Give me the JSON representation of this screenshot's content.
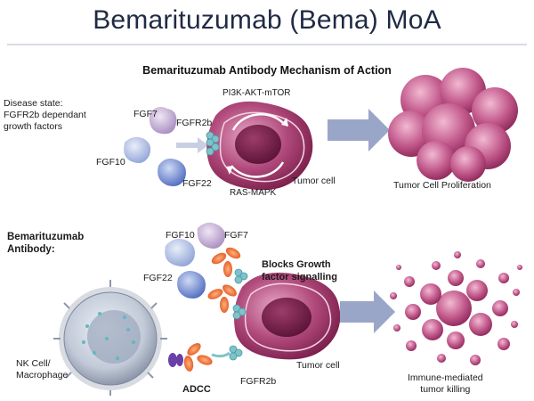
{
  "title": "Bemarituzumab (Bema) MoA",
  "subtitle": "Bemarituzumab Antibody Mechanism of Action",
  "top_panel": {
    "disease_state_lines": [
      "Disease state:",
      "FGFR2b dependant",
      "growth factors"
    ],
    "fgf7": "FGF7",
    "fgf10": "FGF10",
    "fgf22": "FGF22",
    "receptor": "FGFR2b",
    "pathway_1": "PI3K-AKT-mTOR",
    "pathway_2": "RAS-MAPK",
    "cell": "Tumor cell",
    "outcome": "Tumor Cell Proliferation"
  },
  "bottom_panel": {
    "antibody_lines": [
      "Bemarituzumab",
      "Antibody:"
    ],
    "fgf10": "FGF10",
    "fgf7": "FGF7",
    "fgf22": "FGF22",
    "blocks_lines": [
      "Blocks Growth",
      "factor signalling"
    ],
    "nk_lines": [
      "NK Cell/",
      "Macrophage"
    ],
    "adcc": "ADCC",
    "receptor": "FGFR2b",
    "cell": "Tumor cell",
    "outcome_lines": [
      "Immune-mediated",
      "tumor killing"
    ]
  },
  "colors": {
    "tumor": "#a83a70",
    "arrow": "#9aa6c8",
    "antibody": "#e8602a",
    "nk_cell": "#b9c2d3"
  }
}
